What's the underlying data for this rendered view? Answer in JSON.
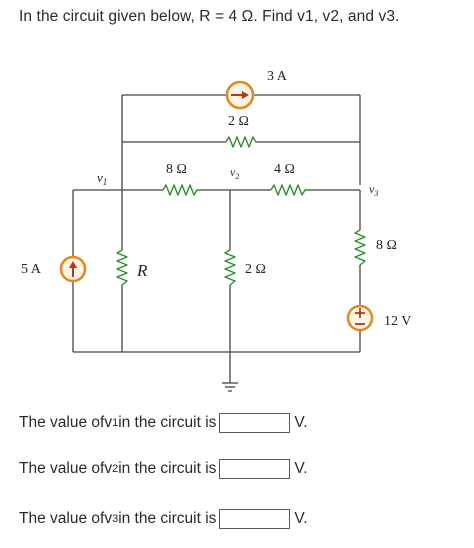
{
  "question": {
    "text": "In the circuit given below, R = 4 Ω. Find v1, v2, and v3."
  },
  "circuit": {
    "current_source_3A": "3 A",
    "res_top_2ohm": "2 Ω",
    "node_v1": "v1",
    "node_v2": "v2",
    "node_v3": "v3",
    "res_8ohm_left": "8 Ω",
    "res_4ohm": "4 Ω",
    "res_8ohm_right": "8 Ω",
    "current_source_5A": "5 A",
    "res_R": "R",
    "res_mid_2ohm": "2 Ω",
    "voltage_source_12V": "12 V",
    "plus_sign": "+",
    "minus_sign": "−",
    "colors": {
      "wire": "#444444",
      "resistor": "#2e8b2e",
      "source_ring": "#e08a1e",
      "arrow": "#b03a1a"
    }
  },
  "answers": [
    {
      "prefix": "The value of ",
      "var": "v",
      "sub": "1",
      "suffix": " in the circuit is",
      "unit": "V."
    },
    {
      "prefix": "The value of ",
      "var": "v",
      "sub": "2",
      "suffix": " in the circuit is",
      "unit": "V."
    },
    {
      "prefix": "The value of ",
      "var": "v",
      "sub": "3",
      "suffix": " in the circuit is",
      "unit": "V."
    }
  ]
}
